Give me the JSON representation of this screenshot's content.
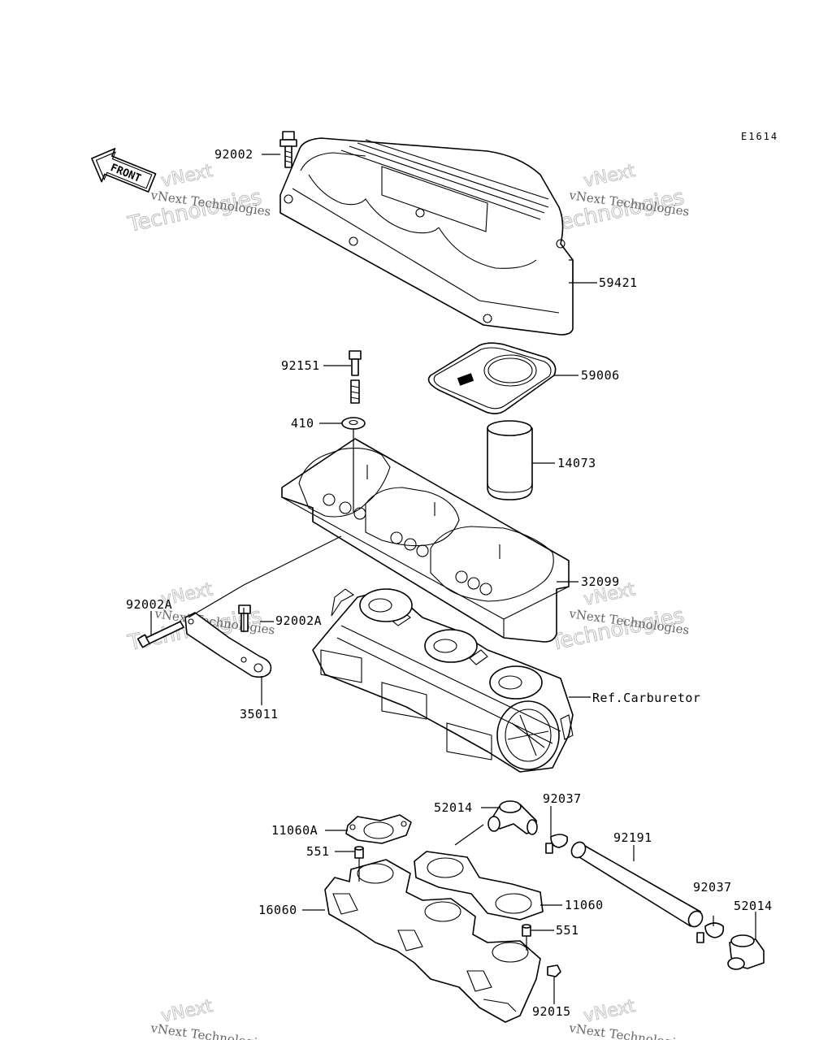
{
  "diagram_code": "E1614",
  "front_arrow": {
    "label": "FRONT",
    "icon": "front-arrow-icon"
  },
  "watermark": {
    "line1": "vNext Technologies",
    "line2": "vNext",
    "line3": "Technologies"
  },
  "labels": {
    "p92002": "92002",
    "p59421": "59421",
    "p92151": "92151",
    "p59006": "59006",
    "p410": "410",
    "p14073": "14073",
    "p32099": "32099",
    "p92002A_left": "92002A",
    "p92002A_right": "92002A",
    "p35011": "35011",
    "ref_carburetor": "Ref.Carburetor",
    "p52014_top": "52014",
    "p92037_top": "92037",
    "p11060A": "11060A",
    "p92191": "92191",
    "p551_left": "551",
    "p16060": "16060",
    "p11060": "11060",
    "p92037_bottom": "92037",
    "p52014_bottom": "52014",
    "p551_right": "551",
    "p92015": "92015"
  }
}
